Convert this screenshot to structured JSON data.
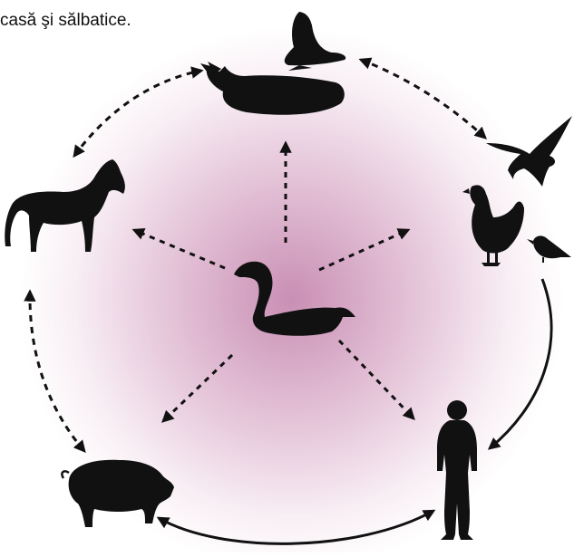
{
  "caption": {
    "line1": "   ",
    "line2": "casă şi sălbatice."
  },
  "colors": {
    "silhouette": "#111111",
    "glow_center": "#c98fb4",
    "glow_edge": "#ffffff"
  },
  "nodes": [
    {
      "id": "whale",
      "icon": "whale-icon"
    },
    {
      "id": "seal",
      "icon": "seal-icon"
    },
    {
      "id": "eagle",
      "icon": "eagle-icon"
    },
    {
      "id": "hen",
      "icon": "hen-icon"
    },
    {
      "id": "small-bird",
      "icon": "small-bird-icon"
    },
    {
      "id": "human",
      "icon": "human-icon"
    },
    {
      "id": "pig",
      "icon": "pig-icon"
    },
    {
      "id": "horse",
      "icon": "horse-icon"
    },
    {
      "id": "duck",
      "icon": "duck-icon"
    }
  ]
}
